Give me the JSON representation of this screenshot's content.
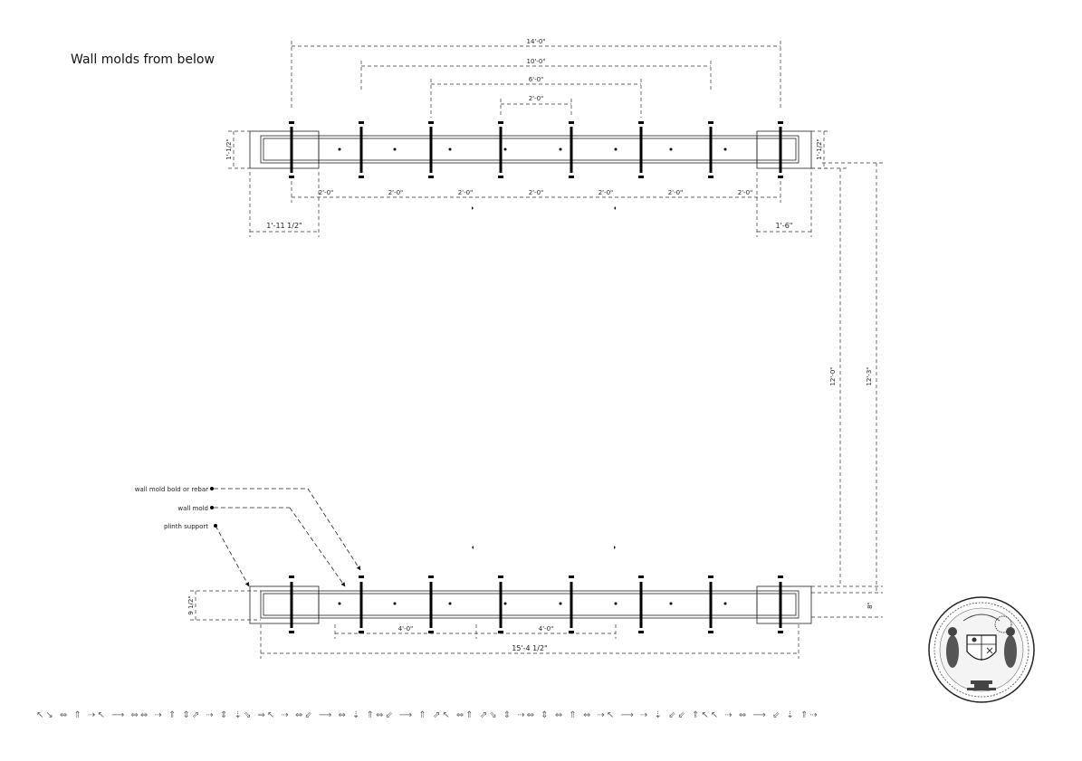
{
  "title": "Wall molds from below",
  "dimensions": {
    "overall_top": "14'-0\"",
    "inner_10": "10'-0\"",
    "inner_6": "6'-0\"",
    "inner_2": "2'-0\"",
    "spacing": "2'-0\"",
    "left_end": "1'-11 1/2\"",
    "right_end": "1'-6\"",
    "wall_height_left": "1'-1/2\"",
    "wall_height_right": "1'-1/2\"",
    "vertical_12_0": "12'-0\"",
    "vertical_12_3": "12'-3\"",
    "bottom_height": "9 1/2\"",
    "bottom_right_small": "8\"",
    "bottom_span_a": "4'-0\"",
    "bottom_span_b": "4'-0\"",
    "bottom_overall": "15'-4 1/2\""
  },
  "callouts": {
    "bolt": "wall mold bold or rebar",
    "mold": "wall mold",
    "plinth": "plinth support"
  },
  "seal": {
    "description": "circular seal"
  },
  "glyph_row": "↖↘ ⇔ ⇑ ⇢↖ ⟶ ⇔⇔ ⇢ ⇑ ⇕⇗ ⇢ ⇕ ⇣⇘ ⇒↖ ⇢ ⇔⇙ ⟶ ⇔ ⇣ ⇑⇔⇙ ⟶ ⇑ ⇗↖ ⇔⇑ ⇗⇘ ⇕ ⇢⇔ ⇕ ⇔ ⇑ ⇔ ⇢↖ ⟶ ⇢ ⇣ ⇙⇙ ⇑↖↖ ⇢ ⇔ ⟶ ⇙ ⇣ ⇑⇢"
}
